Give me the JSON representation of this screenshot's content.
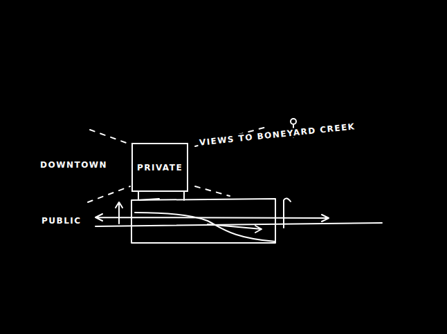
{
  "diagram": {
    "nodes": [
      {
        "text": [
          "PRIVATE"
        ]
      }
    ],
    "labels": [
      "DOWNTOWN",
      "VIEWS TO BONEYARD CREEK",
      "PUBLIC"
    ]
  }
}
